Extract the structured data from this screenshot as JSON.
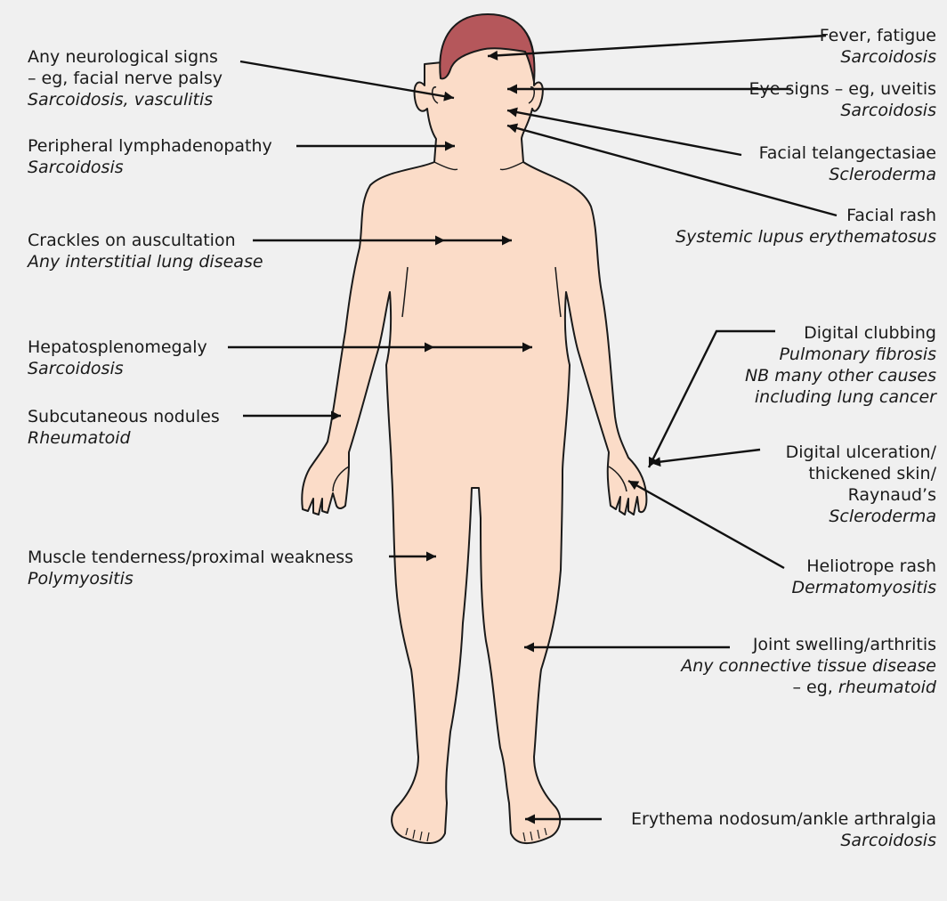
{
  "colors": {
    "background": "#f0f0f0",
    "skin": "#fbdcc8",
    "hair": "#b5575b",
    "outline": "#1a1a1a",
    "arrow": "#111111"
  },
  "annotations": {
    "neuro": {
      "sign_1": "Any neurological signs",
      "sign_2": "– eg, facial nerve palsy",
      "cause": "Sarcoidosis, vasculitis"
    },
    "lymph": {
      "sign": "Peripheral lymphadenopathy",
      "cause": "Sarcoidosis"
    },
    "crackles": {
      "sign": "Crackles on auscultation",
      "cause": "Any interstitial lung disease"
    },
    "hepato": {
      "sign": "Hepatosplenomegaly",
      "cause": "Sarcoidosis"
    },
    "nodules": {
      "sign": "Subcutaneous nodules",
      "cause": "Rheumatoid"
    },
    "muscle": {
      "sign": "Muscle tenderness/proximal weakness",
      "cause": "Polymyositis"
    },
    "fever": {
      "sign": "Fever, fatigue",
      "cause": "Sarcoidosis"
    },
    "eye": {
      "sign": "Eye signs – eg, uveitis",
      "cause": "Sarcoidosis"
    },
    "telang": {
      "sign": "Facial telangectasiae",
      "cause": "Scleroderma"
    },
    "facial_rash": {
      "sign": "Facial rash",
      "cause": "Systemic lupus erythematosus"
    },
    "clubbing": {
      "sign": "Digital clubbing",
      "cause_1": "Pulmonary fibrosis",
      "cause_2": "NB many other causes",
      "cause_3": "including lung cancer"
    },
    "ulceration": {
      "sign_1": "Digital ulceration/",
      "sign_2": "thickened skin/",
      "sign_3": "Raynaud’s",
      "cause": "Scleroderma"
    },
    "heliotrope": {
      "sign": "Heliotrope rash",
      "cause": "Dermatomyositis"
    },
    "joint": {
      "sign": "Joint swelling/arthritis",
      "cause_1": "Any connective tissue disease",
      "cause_2_prefix": "– eg, ",
      "cause_2_italic": "rheumatoid"
    },
    "erythema": {
      "sign": "Erythema nodosum/ankle arthralgia",
      "cause": "Sarcoidosis"
    }
  }
}
